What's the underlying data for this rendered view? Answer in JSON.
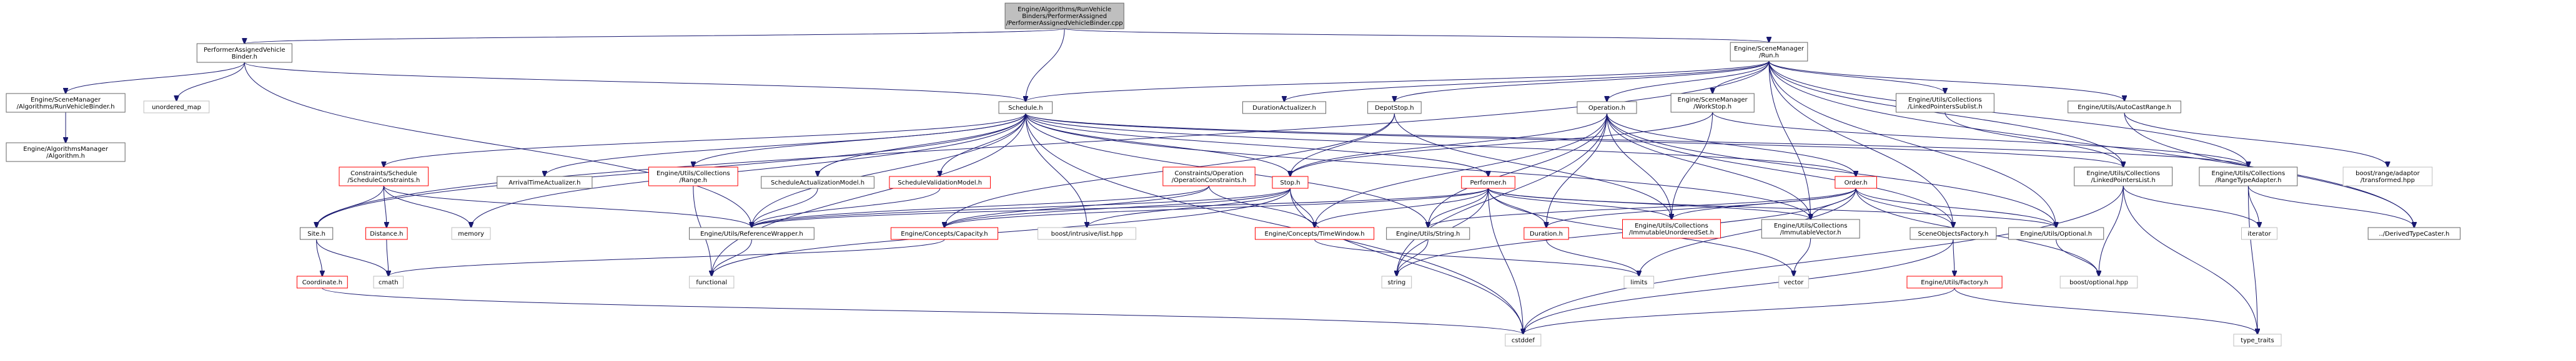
{
  "graph": {
    "nodes": [
      {
        "id": "root",
        "lines": [
          "Engine/Algorithms/RunVehicle",
          "Binders/PerformerAssigned",
          "/PerformerAssignedVehicleBinder.cpp"
        ],
        "style": "root"
      },
      {
        "id": "pavb",
        "lines": [
          "PerformerAssignedVehicle",
          "Binder.h"
        ],
        "style": "black"
      },
      {
        "id": "run",
        "lines": [
          "Engine/SceneManager",
          "/Run.h"
        ],
        "style": "black"
      },
      {
        "id": "sm_rvb",
        "lines": [
          "Engine/SceneManager",
          "/Algorithms/RunVehicleBinder.h"
        ],
        "style": "black"
      },
      {
        "id": "umap",
        "lines": [
          "unordered_map"
        ],
        "style": "gray"
      },
      {
        "id": "schedule",
        "lines": [
          "Schedule.h"
        ],
        "style": "black"
      },
      {
        "id": "algo",
        "lines": [
          "Engine/AlgorithmsManager",
          "/Algorithm.h"
        ],
        "style": "black"
      },
      {
        "id": "duract",
        "lines": [
          "DurationActualizer.h"
        ],
        "style": "black"
      },
      {
        "id": "depot",
        "lines": [
          "DepotStop.h"
        ],
        "style": "black"
      },
      {
        "id": "operation",
        "lines": [
          "Operation.h"
        ],
        "style": "black"
      },
      {
        "id": "workstop",
        "lines": [
          "Engine/SceneManager",
          "/WorkStop.h"
        ],
        "style": "black"
      },
      {
        "id": "lps",
        "lines": [
          "Engine/Utils/Collections",
          "/LinkedPointersSublist.h"
        ],
        "style": "black"
      },
      {
        "id": "autocast",
        "lines": [
          "Engine/Utils/AutoCastRange.h"
        ],
        "style": "black"
      },
      {
        "id": "constraints",
        "lines": [
          "Constraints/Schedule",
          "/ScheduleConstraints.h"
        ],
        "style": "red"
      },
      {
        "id": "arrival",
        "lines": [
          "ArrivalTimeActualizer.h"
        ],
        "style": "black"
      },
      {
        "id": "range",
        "lines": [
          "Engine/Utils/Collections",
          "/Range.h"
        ],
        "style": "red"
      },
      {
        "id": "schedact",
        "lines": [
          "ScheduleActualizationModel.h"
        ],
        "style": "black"
      },
      {
        "id": "schedval",
        "lines": [
          "ScheduleValidationModel.h"
        ],
        "style": "red"
      },
      {
        "id": "opconstraints",
        "lines": [
          "Constraints/Operation",
          "/OperationConstraints.h"
        ],
        "style": "red"
      },
      {
        "id": "stop",
        "lines": [
          "Stop.h"
        ],
        "style": "red"
      },
      {
        "id": "performer",
        "lines": [
          "Performer.h"
        ],
        "style": "red"
      },
      {
        "id": "order",
        "lines": [
          "Order.h"
        ],
        "style": "red"
      },
      {
        "id": "lpl",
        "lines": [
          "Engine/Utils/Collections",
          "/LinkedPointersList.h"
        ],
        "style": "black"
      },
      {
        "id": "rta",
        "lines": [
          "Engine/Utils/Collections",
          "/RangeTypeAdapter.h"
        ],
        "style": "black"
      },
      {
        "id": "boostrange",
        "lines": [
          "boost/range/adaptor",
          "/transformed.hpp"
        ],
        "style": "gray"
      },
      {
        "id": "site",
        "lines": [
          "Site.h"
        ],
        "style": "black"
      },
      {
        "id": "distance",
        "lines": [
          "Distance.h"
        ],
        "style": "red"
      },
      {
        "id": "memory",
        "lines": [
          "memory"
        ],
        "style": "gray"
      },
      {
        "id": "refwrap",
        "lines": [
          "Engine/Utils/ReferenceWrapper.h"
        ],
        "style": "black"
      },
      {
        "id": "capacity",
        "lines": [
          "Engine/Concepts/Capacity.h"
        ],
        "style": "red"
      },
      {
        "id": "intrusive",
        "lines": [
          "boost/intrusive/list.hpp"
        ],
        "style": "gray"
      },
      {
        "id": "timewindow",
        "lines": [
          "Engine/Concepts/TimeWindow.h"
        ],
        "style": "red"
      },
      {
        "id": "ustring",
        "lines": [
          "Engine/Utils/String.h"
        ],
        "style": "black"
      },
      {
        "id": "duration",
        "lines": [
          "Duration.h"
        ],
        "style": "red"
      },
      {
        "id": "ius",
        "lines": [
          "Engine/Utils/Collections",
          "/ImmutableUnorderedSet.h"
        ],
        "style": "red"
      },
      {
        "id": "iv",
        "lines": [
          "Engine/Utils/Collections",
          "/ImmutableVector.h"
        ],
        "style": "black"
      },
      {
        "id": "sof",
        "lines": [
          "SceneObjectsFactory.h"
        ],
        "style": "black"
      },
      {
        "id": "optional",
        "lines": [
          "Engine/Utils/Optional.h"
        ],
        "style": "black"
      },
      {
        "id": "iterator",
        "lines": [
          "iterator"
        ],
        "style": "gray"
      },
      {
        "id": "dtc",
        "lines": [
          "../DerivedTypeCaster.h"
        ],
        "style": "black"
      },
      {
        "id": "coordinate",
        "lines": [
          "Coordinate.h"
        ],
        "style": "red"
      },
      {
        "id": "cmath",
        "lines": [
          "cmath"
        ],
        "style": "gray"
      },
      {
        "id": "functional",
        "lines": [
          "functional"
        ],
        "style": "gray"
      },
      {
        "id": "string",
        "lines": [
          "string"
        ],
        "style": "gray"
      },
      {
        "id": "limits",
        "lines": [
          "limits"
        ],
        "style": "gray"
      },
      {
        "id": "vector",
        "lines": [
          "vector"
        ],
        "style": "gray"
      },
      {
        "id": "factory",
        "lines": [
          "Engine/Utils/Factory.h"
        ],
        "style": "red"
      },
      {
        "id": "boostopt",
        "lines": [
          "boost/optional.hpp"
        ],
        "style": "gray"
      },
      {
        "id": "cstddef",
        "lines": [
          "cstddef"
        ],
        "style": "gray"
      },
      {
        "id": "typetraits",
        "lines": [
          "type_traits"
        ],
        "style": "gray"
      }
    ],
    "edges": [
      [
        "root",
        "pavb"
      ],
      [
        "root",
        "run"
      ],
      [
        "root",
        "schedule"
      ],
      [
        "pavb",
        "sm_rvb"
      ],
      [
        "pavb",
        "umap"
      ],
      [
        "pavb",
        "refwrap"
      ],
      [
        "pavb",
        "schedule"
      ],
      [
        "sm_rvb",
        "algo"
      ],
      [
        "run",
        "schedule"
      ],
      [
        "run",
        "duract"
      ],
      [
        "run",
        "depot"
      ],
      [
        "run",
        "operation"
      ],
      [
        "run",
        "workstop"
      ],
      [
        "run",
        "lps"
      ],
      [
        "run",
        "autocast"
      ],
      [
        "run",
        "site"
      ],
      [
        "run",
        "lpl"
      ],
      [
        "run",
        "rta"
      ],
      [
        "run",
        "sof"
      ],
      [
        "run",
        "optional"
      ],
      [
        "run",
        "dtc"
      ],
      [
        "run",
        "iv"
      ],
      [
        "schedule",
        "constraints"
      ],
      [
        "schedule",
        "arrival"
      ],
      [
        "schedule",
        "range"
      ],
      [
        "schedule",
        "schedact"
      ],
      [
        "schedule",
        "schedval"
      ],
      [
        "schedule",
        "stop"
      ],
      [
        "schedule",
        "performer"
      ],
      [
        "schedule",
        "site"
      ],
      [
        "schedule",
        "memory"
      ],
      [
        "schedule",
        "refwrap"
      ],
      [
        "schedule",
        "intrusive"
      ],
      [
        "schedule",
        "functional"
      ],
      [
        "schedule",
        "lpl"
      ],
      [
        "schedule",
        "iv"
      ],
      [
        "schedule",
        "ustring"
      ],
      [
        "schedule",
        "cstddef"
      ],
      [
        "schedule",
        "order"
      ],
      [
        "schedule",
        "rta"
      ],
      [
        "depot",
        "stop"
      ],
      [
        "depot",
        "capacity"
      ],
      [
        "depot",
        "ius"
      ],
      [
        "operation",
        "stop"
      ],
      [
        "operation",
        "duration"
      ],
      [
        "operation",
        "ius"
      ],
      [
        "operation",
        "iv"
      ],
      [
        "operation",
        "ustring"
      ],
      [
        "operation",
        "string"
      ],
      [
        "operation",
        "timewindow"
      ],
      [
        "operation",
        "order"
      ],
      [
        "operation",
        "optional"
      ],
      [
        "operation",
        "sof"
      ],
      [
        "workstop",
        "stop"
      ],
      [
        "workstop",
        "rta"
      ],
      [
        "workstop",
        "ius"
      ],
      [
        "lps",
        "lpl"
      ],
      [
        "autocast",
        "boostrange"
      ],
      [
        "autocast",
        "dtc"
      ],
      [
        "constraints",
        "site"
      ],
      [
        "constraints",
        "distance"
      ],
      [
        "constraints",
        "memory"
      ],
      [
        "constraints",
        "refwrap"
      ],
      [
        "range",
        "functional"
      ],
      [
        "schedact",
        "refwrap"
      ],
      [
        "schedval",
        "refwrap"
      ],
      [
        "opconstraints",
        "capacity"
      ],
      [
        "opconstraints",
        "timewindow"
      ],
      [
        "opconstraints",
        "refwrap"
      ],
      [
        "stop",
        "refwrap"
      ],
      [
        "stop",
        "capacity"
      ],
      [
        "stop",
        "timewindow"
      ],
      [
        "stop",
        "intrusive"
      ],
      [
        "stop",
        "functional"
      ],
      [
        "stop",
        "cstddef"
      ],
      [
        "performer",
        "refwrap"
      ],
      [
        "performer",
        "capacity"
      ],
      [
        "performer",
        "timewindow"
      ],
      [
        "performer",
        "ustring"
      ],
      [
        "performer",
        "duration"
      ],
      [
        "performer",
        "ius"
      ],
      [
        "performer",
        "iv"
      ],
      [
        "performer",
        "optional"
      ],
      [
        "performer",
        "string"
      ],
      [
        "performer",
        "cstddef"
      ],
      [
        "performer",
        "vector"
      ],
      [
        "order",
        "ius"
      ],
      [
        "order",
        "iv"
      ],
      [
        "order",
        "sof"
      ],
      [
        "order",
        "optional"
      ],
      [
        "order",
        "ustring"
      ],
      [
        "order",
        "duration"
      ],
      [
        "order",
        "limits"
      ],
      [
        "order",
        "string"
      ],
      [
        "order",
        "boostopt"
      ],
      [
        "lpl",
        "iterator"
      ],
      [
        "lpl",
        "typetraits"
      ],
      [
        "lpl",
        "cstddef"
      ],
      [
        "lpl",
        "boostopt"
      ],
      [
        "rta",
        "iterator"
      ],
      [
        "rta",
        "typetraits"
      ],
      [
        "rta",
        "dtc"
      ],
      [
        "site",
        "coordinate"
      ],
      [
        "site",
        "cmath"
      ],
      [
        "distance",
        "cmath"
      ],
      [
        "capacity",
        "cmath"
      ],
      [
        "refwrap",
        "functional"
      ],
      [
        "timewindow",
        "limits"
      ],
      [
        "ustring",
        "string"
      ],
      [
        "duration",
        "limits"
      ],
      [
        "iv",
        "vector"
      ],
      [
        "sof",
        "factory"
      ],
      [
        "sof",
        "cstddef"
      ],
      [
        "optional",
        "boostopt"
      ],
      [
        "factory",
        "cstddef"
      ],
      [
        "factory",
        "typetraits"
      ],
      [
        "coordinate",
        "cstddef"
      ]
    ]
  }
}
